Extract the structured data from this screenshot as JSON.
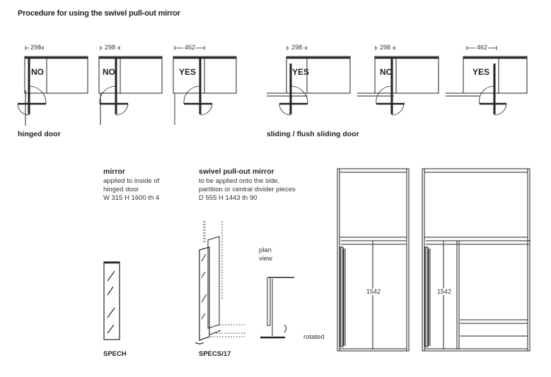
{
  "title": "Procedure for using the swivel pull-out mirror",
  "hinged_section": {
    "caption": "hinged door",
    "diagrams": [
      {
        "dimension": "298",
        "verdict": "NO"
      },
      {
        "dimension": "298",
        "verdict": "NO"
      },
      {
        "dimension": "462",
        "verdict": "YES"
      }
    ]
  },
  "sliding_section": {
    "caption": "sliding / flush sliding door",
    "diagrams": [
      {
        "dimension": "298",
        "verdict": "YES"
      },
      {
        "dimension": "298",
        "verdict": "NO"
      },
      {
        "dimension": "462",
        "verdict": "YES"
      }
    ]
  },
  "mirror": {
    "heading": "mirror",
    "lines": [
      "applied to inside of",
      "hinged door",
      "W 315 H 1600 th 4"
    ],
    "code": "SPECH"
  },
  "swivel_mirror": {
    "heading": "swivel pull-out mirror",
    "lines": [
      "to be applied onto the side,",
      "partition or central divider pieces",
      "D 555 H 1443 th 90"
    ],
    "code": "SPECS/17",
    "plan_label": [
      "plan",
      "view"
    ],
    "rotated_label": "rotated"
  },
  "wardrobes": [
    {
      "height_dimension": "1542"
    },
    {
      "height_dimension": "1542"
    }
  ]
}
